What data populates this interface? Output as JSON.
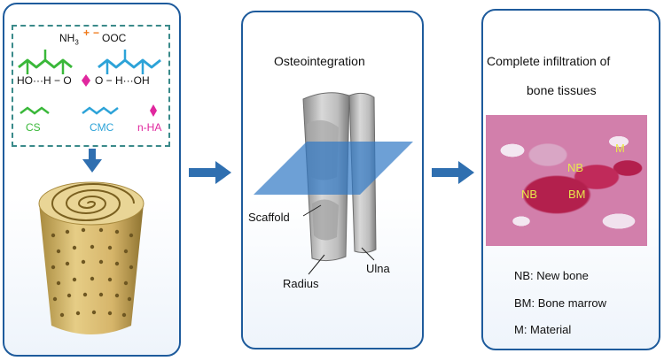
{
  "panel1": {
    "chem": {
      "nh3": "NH",
      "nh3_sub": "3",
      "plus": "+",
      "minus": "−",
      "ooc": "OOC",
      "hbond": "HO···H − O",
      "hbond2": "O − H···OH"
    },
    "legend": [
      {
        "label": "CS",
        "color": "#3ab83a"
      },
      {
        "label": "CMC",
        "color": "#2da3d8"
      },
      {
        "label": "n-HA",
        "color": "#e0279e"
      }
    ]
  },
  "panel2": {
    "title": "Osteointegration",
    "labels": {
      "scaffold": "Scaffold",
      "radius": "Radius",
      "ulna": "Ulna"
    }
  },
  "panel3": {
    "title_line1": "Complete infiltration of",
    "title_line2": "bone tissues",
    "histo_labels": [
      "M",
      "NB",
      "NB",
      "BM"
    ],
    "abbreviations": [
      "NB: New bone",
      "BM: Bone marrow",
      "M: Material"
    ]
  },
  "colors": {
    "panel_border": "#1e5b9c",
    "arrow": "#2f6fb0",
    "cs_green": "#3ab83a",
    "cmc_blue": "#2da3d8",
    "nha_magenta": "#e0279e",
    "plus_orange": "#f07a1a",
    "scaffold_gold": "#d8b86a",
    "plane_blue": "#2f78c4"
  }
}
